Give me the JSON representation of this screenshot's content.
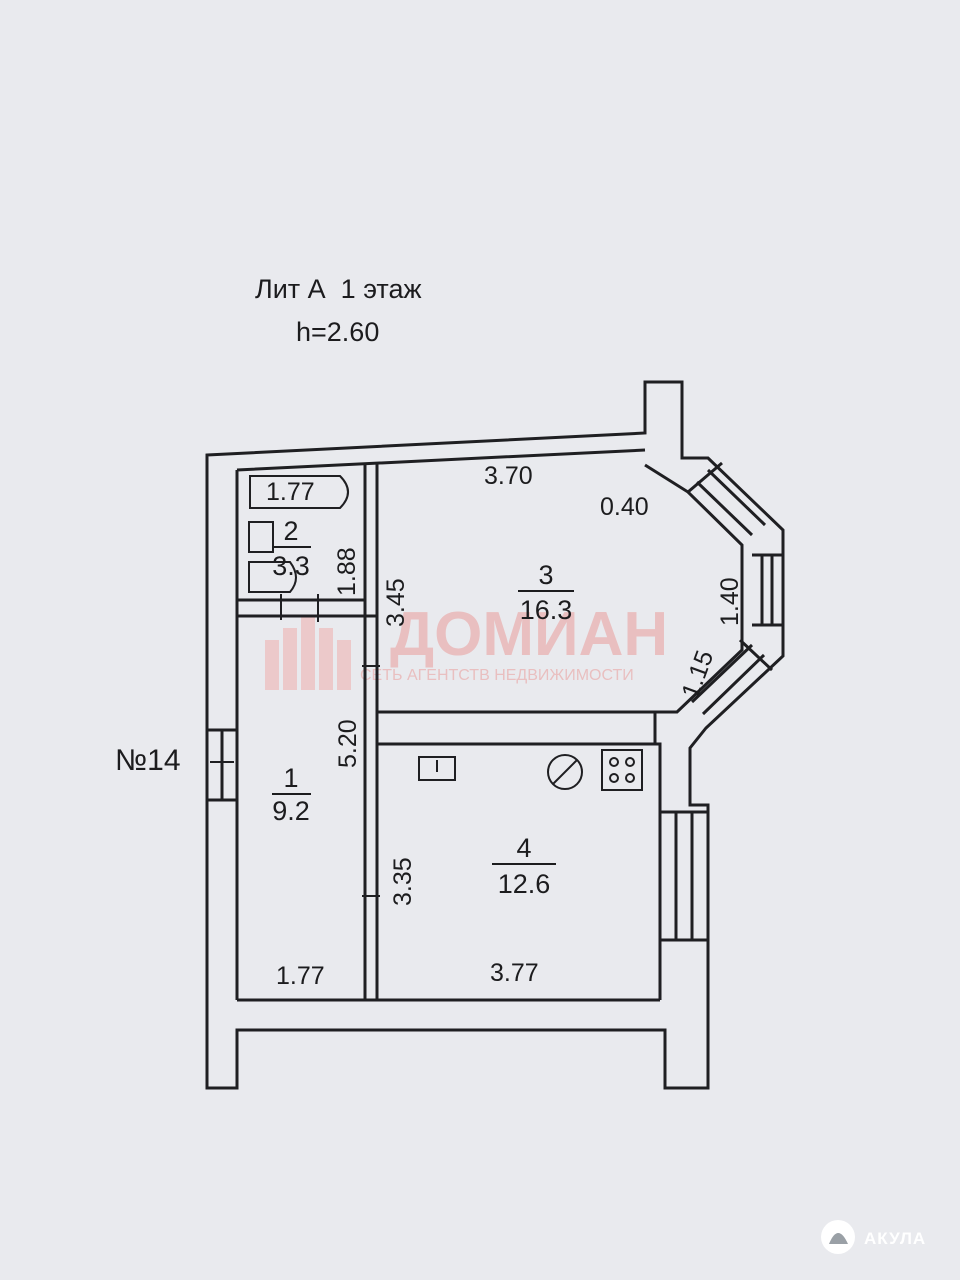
{
  "header": {
    "floor_label": "Лит А  1 этаж",
    "height_label": "h=2.60"
  },
  "apartment_label": "№14",
  "rooms": [
    {
      "number": "1",
      "area": "9.2"
    },
    {
      "number": "2",
      "area": "3.3"
    },
    {
      "number": "3",
      "area": "16.3"
    },
    {
      "number": "4",
      "area": "12.6"
    }
  ],
  "dimensions": {
    "bath_width": "1.77",
    "bath_depth": "1.88",
    "room3_width": "3.70",
    "room3_depth": "3.45",
    "bay_top": "0.40",
    "bay_side": "1.40",
    "bay_bottom": "1.15",
    "hall_length": "5.20",
    "kitchen_depth": "3.35",
    "hall_width": "1.77",
    "kitchen_width": "3.77"
  },
  "watermark": {
    "brand": "ДОМИАН",
    "tagline": "СЕТЬ АГЕНТСТВ НЕДВИЖИМОСТИ"
  },
  "corner_logo": {
    "text": "АКУЛА"
  },
  "colors": {
    "paper": "#e9eaee",
    "ink": "#1c1c1e",
    "watermark": "#e9b8b8"
  }
}
